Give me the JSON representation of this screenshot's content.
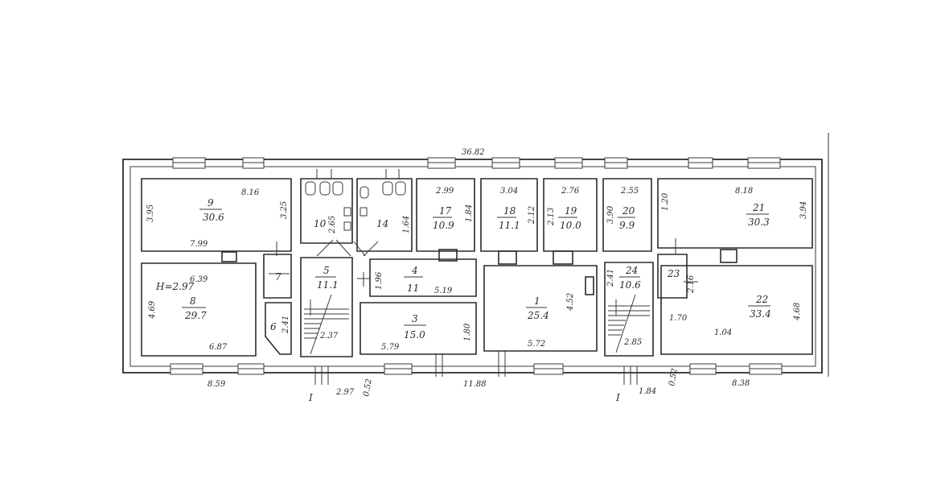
{
  "overall_dimensions": {
    "top": "36.82",
    "bottom_left": "8.59",
    "bottom_mid1": "2.97",
    "bottom_mid2": "0.52",
    "bottom_center": "11.88",
    "bottom_mid3": "1.84",
    "bottom_mid4": "0.52",
    "bottom_right": "8.38"
  },
  "stair_markers": {
    "left": "I",
    "right": "I"
  },
  "rooms": {
    "r9": {
      "number": "9",
      "area": "30.6",
      "dims": [
        "8.16",
        "3.95",
        "3.25",
        "7.99"
      ]
    },
    "r8": {
      "number": "8",
      "area": "29.7",
      "dims": [
        "6.39",
        "4.69",
        "6.87"
      ],
      "height": "H=2.97"
    },
    "r7": {
      "number": "7"
    },
    "r6": {
      "number": "6",
      "dims": [
        "2.41"
      ]
    },
    "r10": {
      "number": "10",
      "dims": [
        "2.65"
      ]
    },
    "r14": {
      "number": "14",
      "dims": [
        "1.64"
      ]
    },
    "r5": {
      "number": "5",
      "area": "11.1",
      "dims": [
        "2.37"
      ]
    },
    "r4": {
      "number": "4",
      "area": "11",
      "dims": [
        "1.96",
        "5.19"
      ]
    },
    "r3": {
      "number": "3",
      "area": "15.0",
      "dims": [
        "1.80",
        "5.79"
      ]
    },
    "r17": {
      "number": "17",
      "area": "10.9",
      "dims": [
        "2.99",
        "1.84"
      ]
    },
    "r18": {
      "number": "18",
      "area": "11.1",
      "dims": [
        "3.04",
        "2.12"
      ]
    },
    "r19": {
      "number": "19",
      "area": "10.0",
      "dims": [
        "2.76",
        "2.13"
      ]
    },
    "r1": {
      "number": "1",
      "area": "25.4",
      "dims": [
        "4.52",
        "5.72"
      ]
    },
    "r20": {
      "number": "20",
      "area": "9.9",
      "dims": [
        "2.55",
        "3.90"
      ]
    },
    "r24": {
      "number": "24",
      "area": "10.6",
      "dims": [
        "2.41",
        "2.85"
      ]
    },
    "r23": {
      "number": "23",
      "dims": [
        "2.16"
      ]
    },
    "r21": {
      "number": "21",
      "area": "30.3",
      "dims": [
        "8.18",
        "1.20",
        "3.94"
      ]
    },
    "r22": {
      "number": "22",
      "area": "33.4",
      "dims": [
        "1.70",
        "1.04",
        "4.68"
      ]
    }
  }
}
